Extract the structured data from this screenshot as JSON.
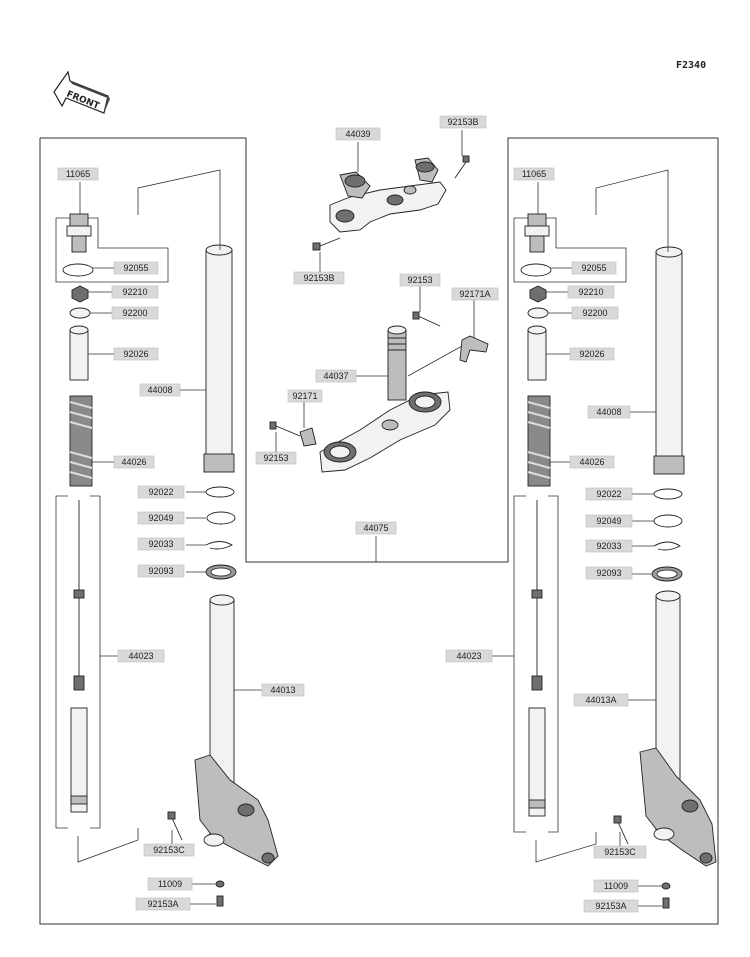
{
  "diagram_code": "F2340",
  "front_indicator": "FRONT",
  "labels": {
    "upper_bracket": "44039",
    "upper_bracket_bolt": "92153B",
    "upper_bracket_bolt_lower": "92153B",
    "steering_stem_bolt": "92153",
    "clamp": "92171A",
    "steering_stem": "44037",
    "bracket_92171": "92171",
    "stem_bolt_small": "92153",
    "stem_assy": "44075",
    "left": {
      "cap_assy": "11065",
      "oring": "92055",
      "nut": "92210",
      "washer": "92200",
      "collar": "92026",
      "outer_tube": "44008",
      "spring": "44026",
      "bush": "92022",
      "oil_seal": "92049",
      "circlip": "92033",
      "dust_seal": "92093",
      "cylinder": "44023",
      "inner_tube": "44013",
      "axle_bolt": "92153C",
      "gasket": "11009",
      "drain_bolt": "92153A"
    },
    "right": {
      "cap_assy": "11065",
      "oring": "92055",
      "nut": "92210",
      "washer": "92200",
      "collar": "92026",
      "outer_tube": "44008",
      "spring": "44026",
      "bush": "92022",
      "oil_seal": "92049",
      "circlip": "92033",
      "dust_seal": "92093",
      "cylinder": "44023",
      "inner_tube": "44013A",
      "axle_bolt": "92153C",
      "gasket": "11009",
      "drain_bolt": "92153A"
    }
  }
}
